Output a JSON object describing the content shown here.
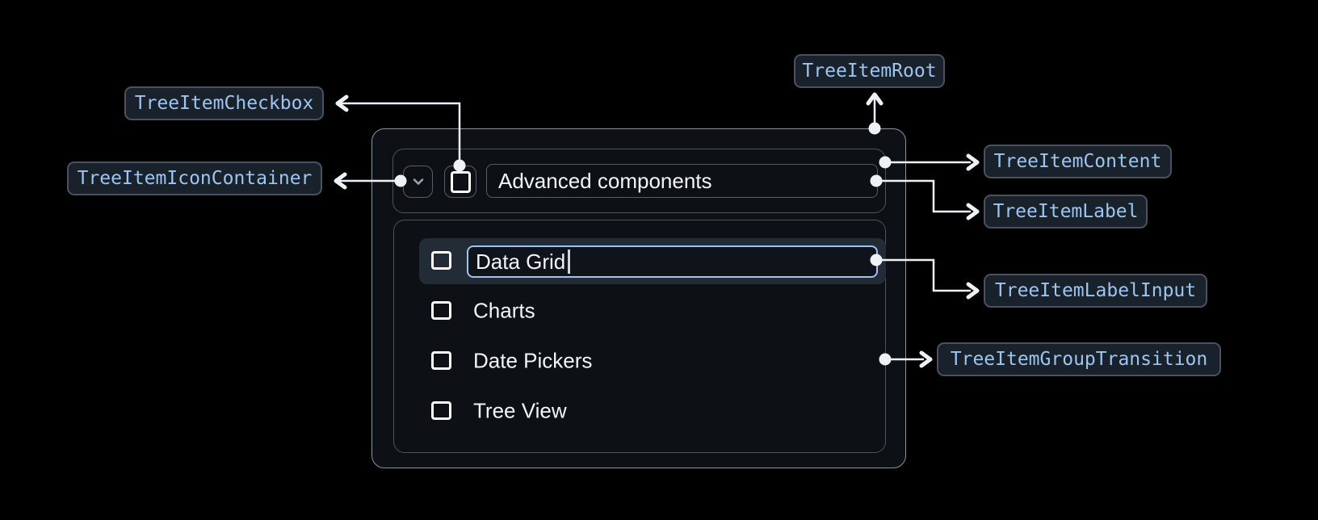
{
  "annotations": {
    "tree_item_root": "TreeItemRoot",
    "tree_item_checkbox": "TreeItemCheckbox",
    "tree_item_icon_container": "TreeItemIconContainer",
    "tree_item_content": "TreeItemContent",
    "tree_item_label": "TreeItemLabel",
    "tree_item_label_input": "TreeItemLabelInput",
    "tree_item_group_transition": "TreeItemGroupTransition"
  },
  "tree": {
    "parent_item": {
      "label": "Advanced components",
      "expanded": true,
      "checked": false
    },
    "label_input": {
      "value": "Data Grid",
      "caret_visible": true
    },
    "children": [
      {
        "label": "Data Grid",
        "state": "editing",
        "checked": false
      },
      {
        "label": "Charts",
        "state": "default",
        "checked": false
      },
      {
        "label": "Date Pickers",
        "state": "default",
        "checked": false
      },
      {
        "label": "Tree View",
        "state": "default",
        "checked": false
      }
    ]
  },
  "icons": {
    "expand_icon": "chevron-down"
  },
  "colors": {
    "page_bg": "#000000",
    "surface_bg": "#0d1116",
    "root_border": "#8a93a0",
    "inner_border": "#4b535d",
    "control_border": "#565e68",
    "chevron_icon": "#9aa3ad",
    "checkbox": "#ffffff",
    "tree_text": "#f2f4f6",
    "row_highlight_bg": "#232b36",
    "input_border": "#9fc3ee",
    "input_bg": "#0f141b",
    "caret": "#cfd6de",
    "pill_bg": "#19212b",
    "pill_border": "#49525e",
    "pill_text": "#9cc5f0",
    "connector": "#eef2f7"
  }
}
